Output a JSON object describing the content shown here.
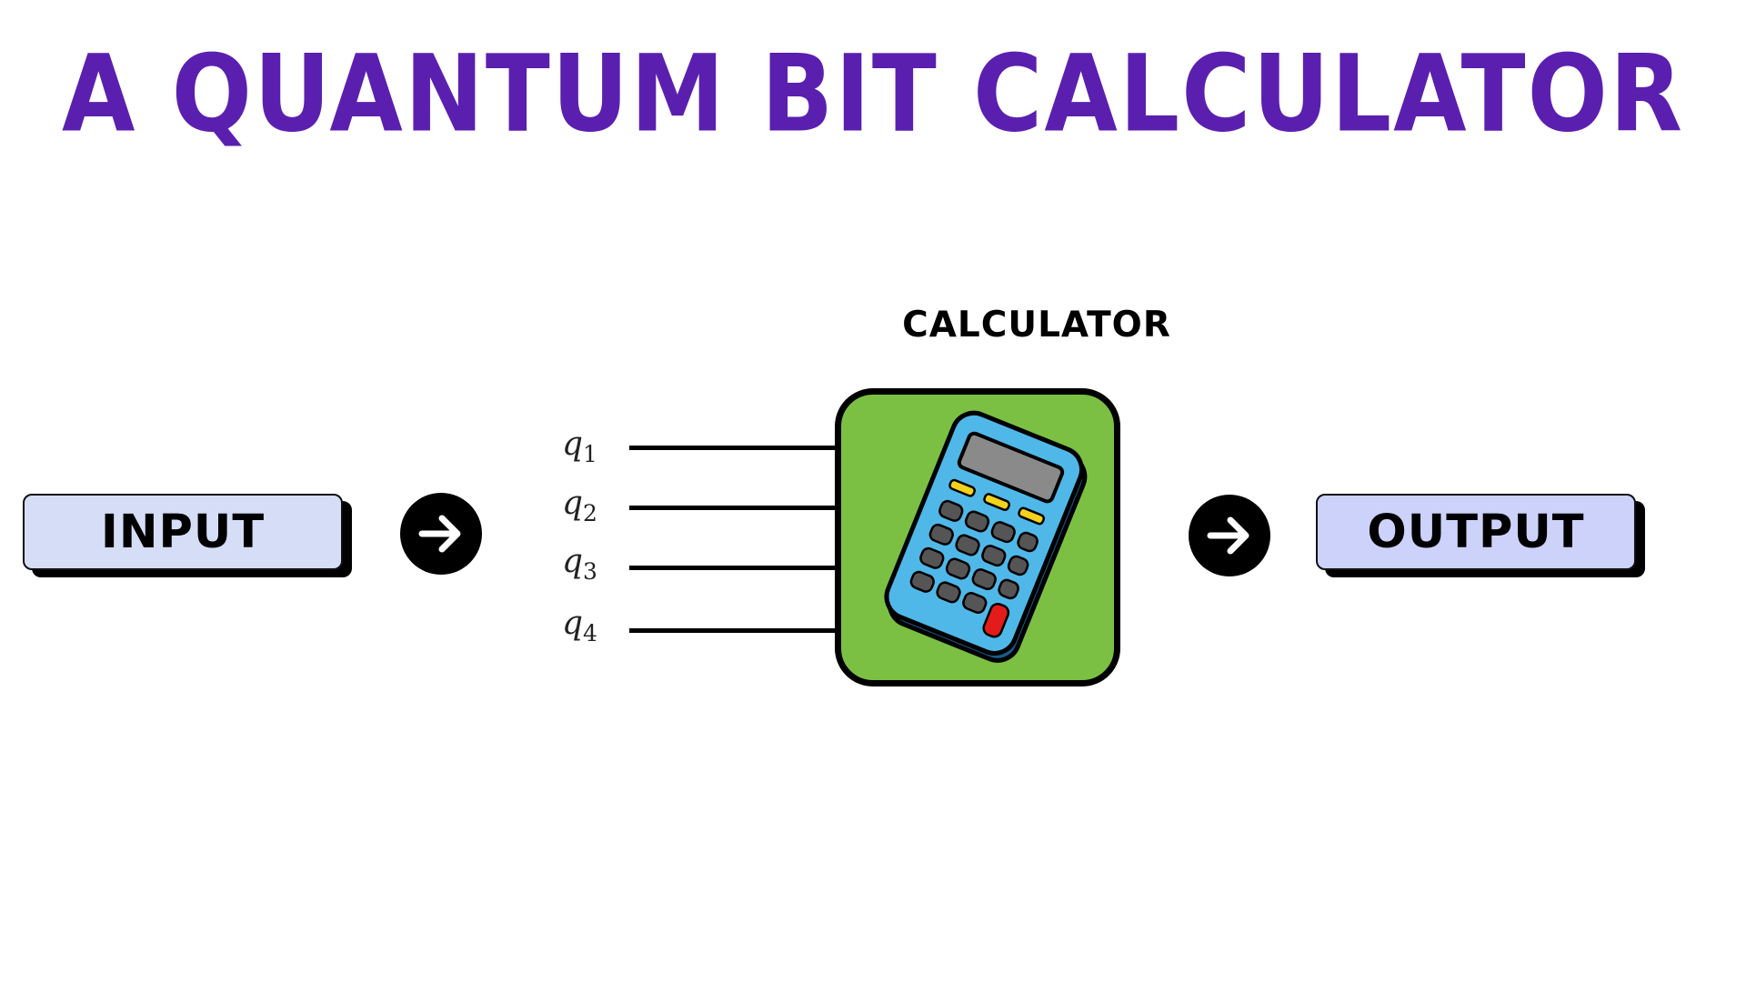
{
  "title": "A QUANTUM BIT CALCULATOR",
  "input_label": "INPUT",
  "output_label": "OUTPUT",
  "calculator_label": "CALCULATOR",
  "qubits": [
    {
      "symbol": "q",
      "index": "1"
    },
    {
      "symbol": "q",
      "index": "2"
    },
    {
      "symbol": "q",
      "index": "3"
    },
    {
      "symbol": "q",
      "index": "4"
    }
  ],
  "icons": {
    "arrow_left": "arrow-right-circle-icon",
    "arrow_right": "arrow-right-circle-icon",
    "calculator": "calculator-icon"
  },
  "colors": {
    "title": "#5b1fb0",
    "input_fill": "#d5def6",
    "output_fill": "#cdd2fb",
    "block_fill": "#7bc043",
    "calculator_body": "#4fb8e8",
    "key_gray": "#555555",
    "key_yellow": "#f2d21b",
    "key_red": "#e41b1b"
  }
}
